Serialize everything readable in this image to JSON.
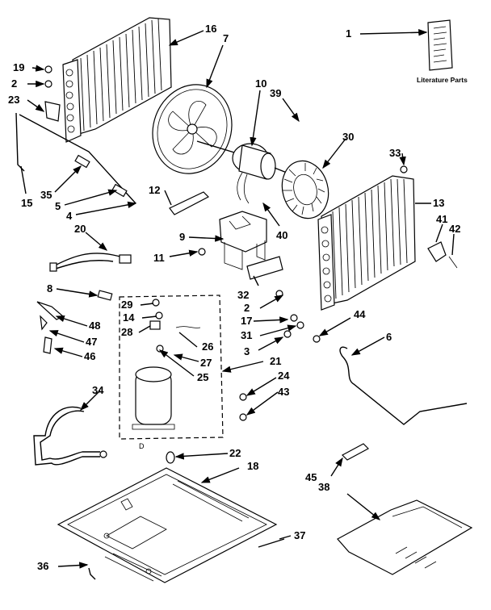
{
  "diagram": {
    "literature_caption": "Literature Parts",
    "footnote_mark": "D",
    "callouts": [
      "1",
      "2",
      "2",
      "3",
      "4",
      "5",
      "6",
      "7",
      "8",
      "9",
      "10",
      "11",
      "12",
      "13",
      "14",
      "15",
      "16",
      "17",
      "18",
      "19",
      "20",
      "21",
      "22",
      "23",
      "24",
      "25",
      "26",
      "27",
      "28",
      "29",
      "30",
      "31",
      "32",
      "33",
      "34",
      "35",
      "36",
      "37",
      "38",
      "39",
      "40",
      "41",
      "42",
      "43",
      "44",
      "45",
      "46",
      "47",
      "48"
    ]
  }
}
